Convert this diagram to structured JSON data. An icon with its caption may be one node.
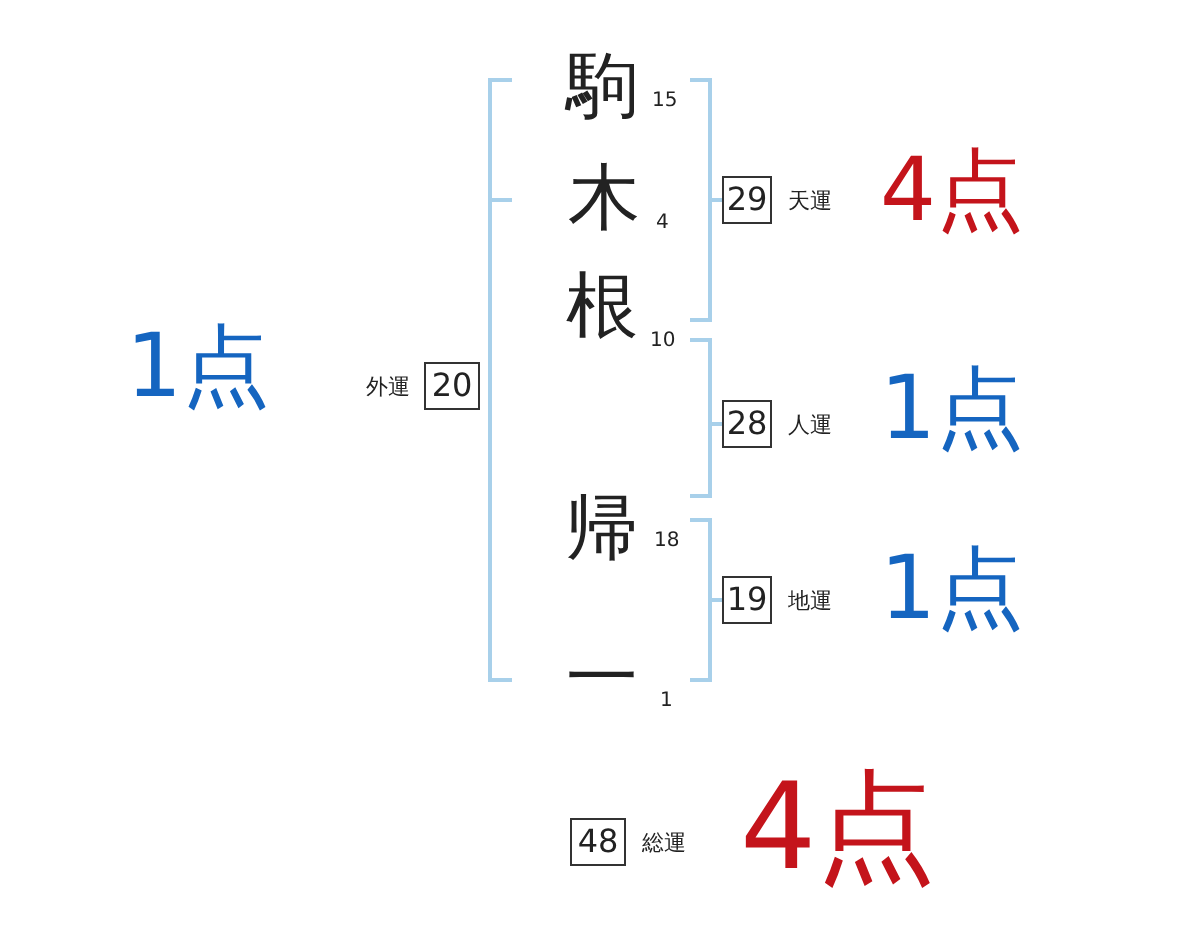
{
  "diagram": {
    "nodes": [
      {
        "text": [
          "29"
        ],
        "beside": [
          "天運"
        ]
      },
      {
        "text": [
          "20"
        ],
        "beside": [
          "外運"
        ]
      },
      {
        "text": [
          "28"
        ],
        "beside": [
          "人運"
        ]
      },
      {
        "text": [
          "19"
        ],
        "beside": [
          "地運"
        ]
      },
      {
        "text": [
          "48"
        ],
        "beside": [
          "総運"
        ]
      }
    ],
    "labels": [
      "駒",
      "15",
      "木",
      "4",
      "4点",
      "根",
      "10",
      "1点",
      "1点",
      "帰",
      "18",
      "1点",
      "一",
      "1",
      "4点"
    ]
  }
}
